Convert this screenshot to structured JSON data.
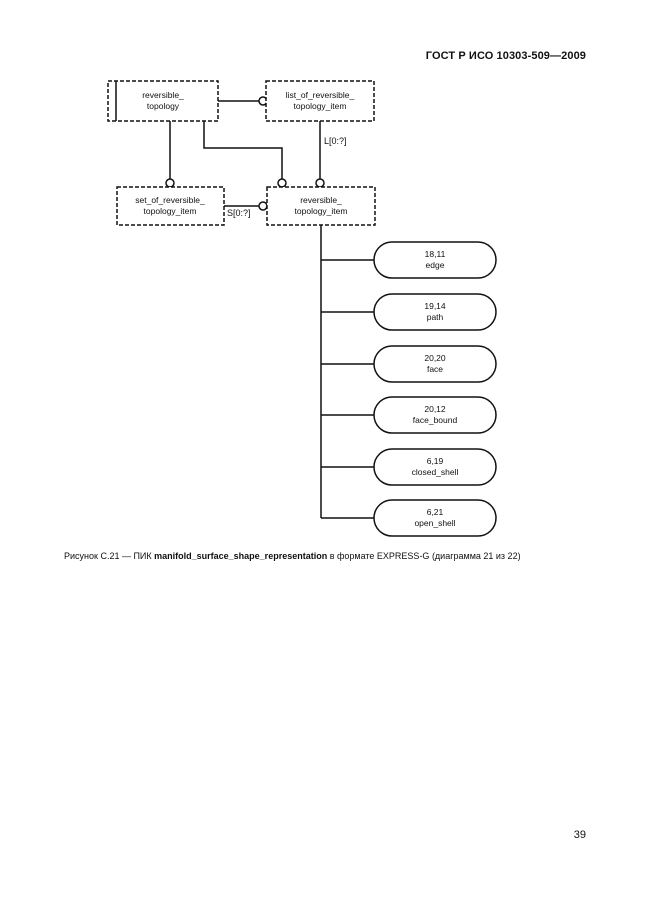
{
  "header": {
    "standard": "ГОСТ Р ИСО 10303-509—2009"
  },
  "diagram": {
    "entities": [
      {
        "id": "reversible_topology",
        "lines": [
          "reversible_",
          "topology"
        ]
      },
      {
        "id": "list_of_reversible_topology_item",
        "lines": [
          "list_of_reversible_",
          "topology_item"
        ]
      },
      {
        "id": "set_of_reversible_topology_item",
        "lines": [
          "set_of_reversible_",
          "topology_item"
        ]
      },
      {
        "id": "reversible_topology_item",
        "lines": [
          "reversible_",
          "topology_item"
        ]
      }
    ],
    "relation_labels": {
      "list": "L[0:?]",
      "set": "S[0:?]"
    },
    "references": [
      {
        "lines": [
          "18,11",
          "edge"
        ]
      },
      {
        "lines": [
          "19,14",
          "path"
        ]
      },
      {
        "lines": [
          "20,20",
          "face"
        ]
      },
      {
        "lines": [
          "20,12",
          "face_bound"
        ]
      },
      {
        "lines": [
          "6,19",
          "closed_shell"
        ]
      },
      {
        "lines": [
          "6,21",
          "open_shell"
        ]
      }
    ]
  },
  "caption": {
    "prefix": "Рисунок С.21 — ПИК ",
    "bold": "manifold_surface_shape_representation",
    "suffix": " в формате EXPRESS-G (диаграмма 21 из 22)"
  },
  "page_number": "39"
}
